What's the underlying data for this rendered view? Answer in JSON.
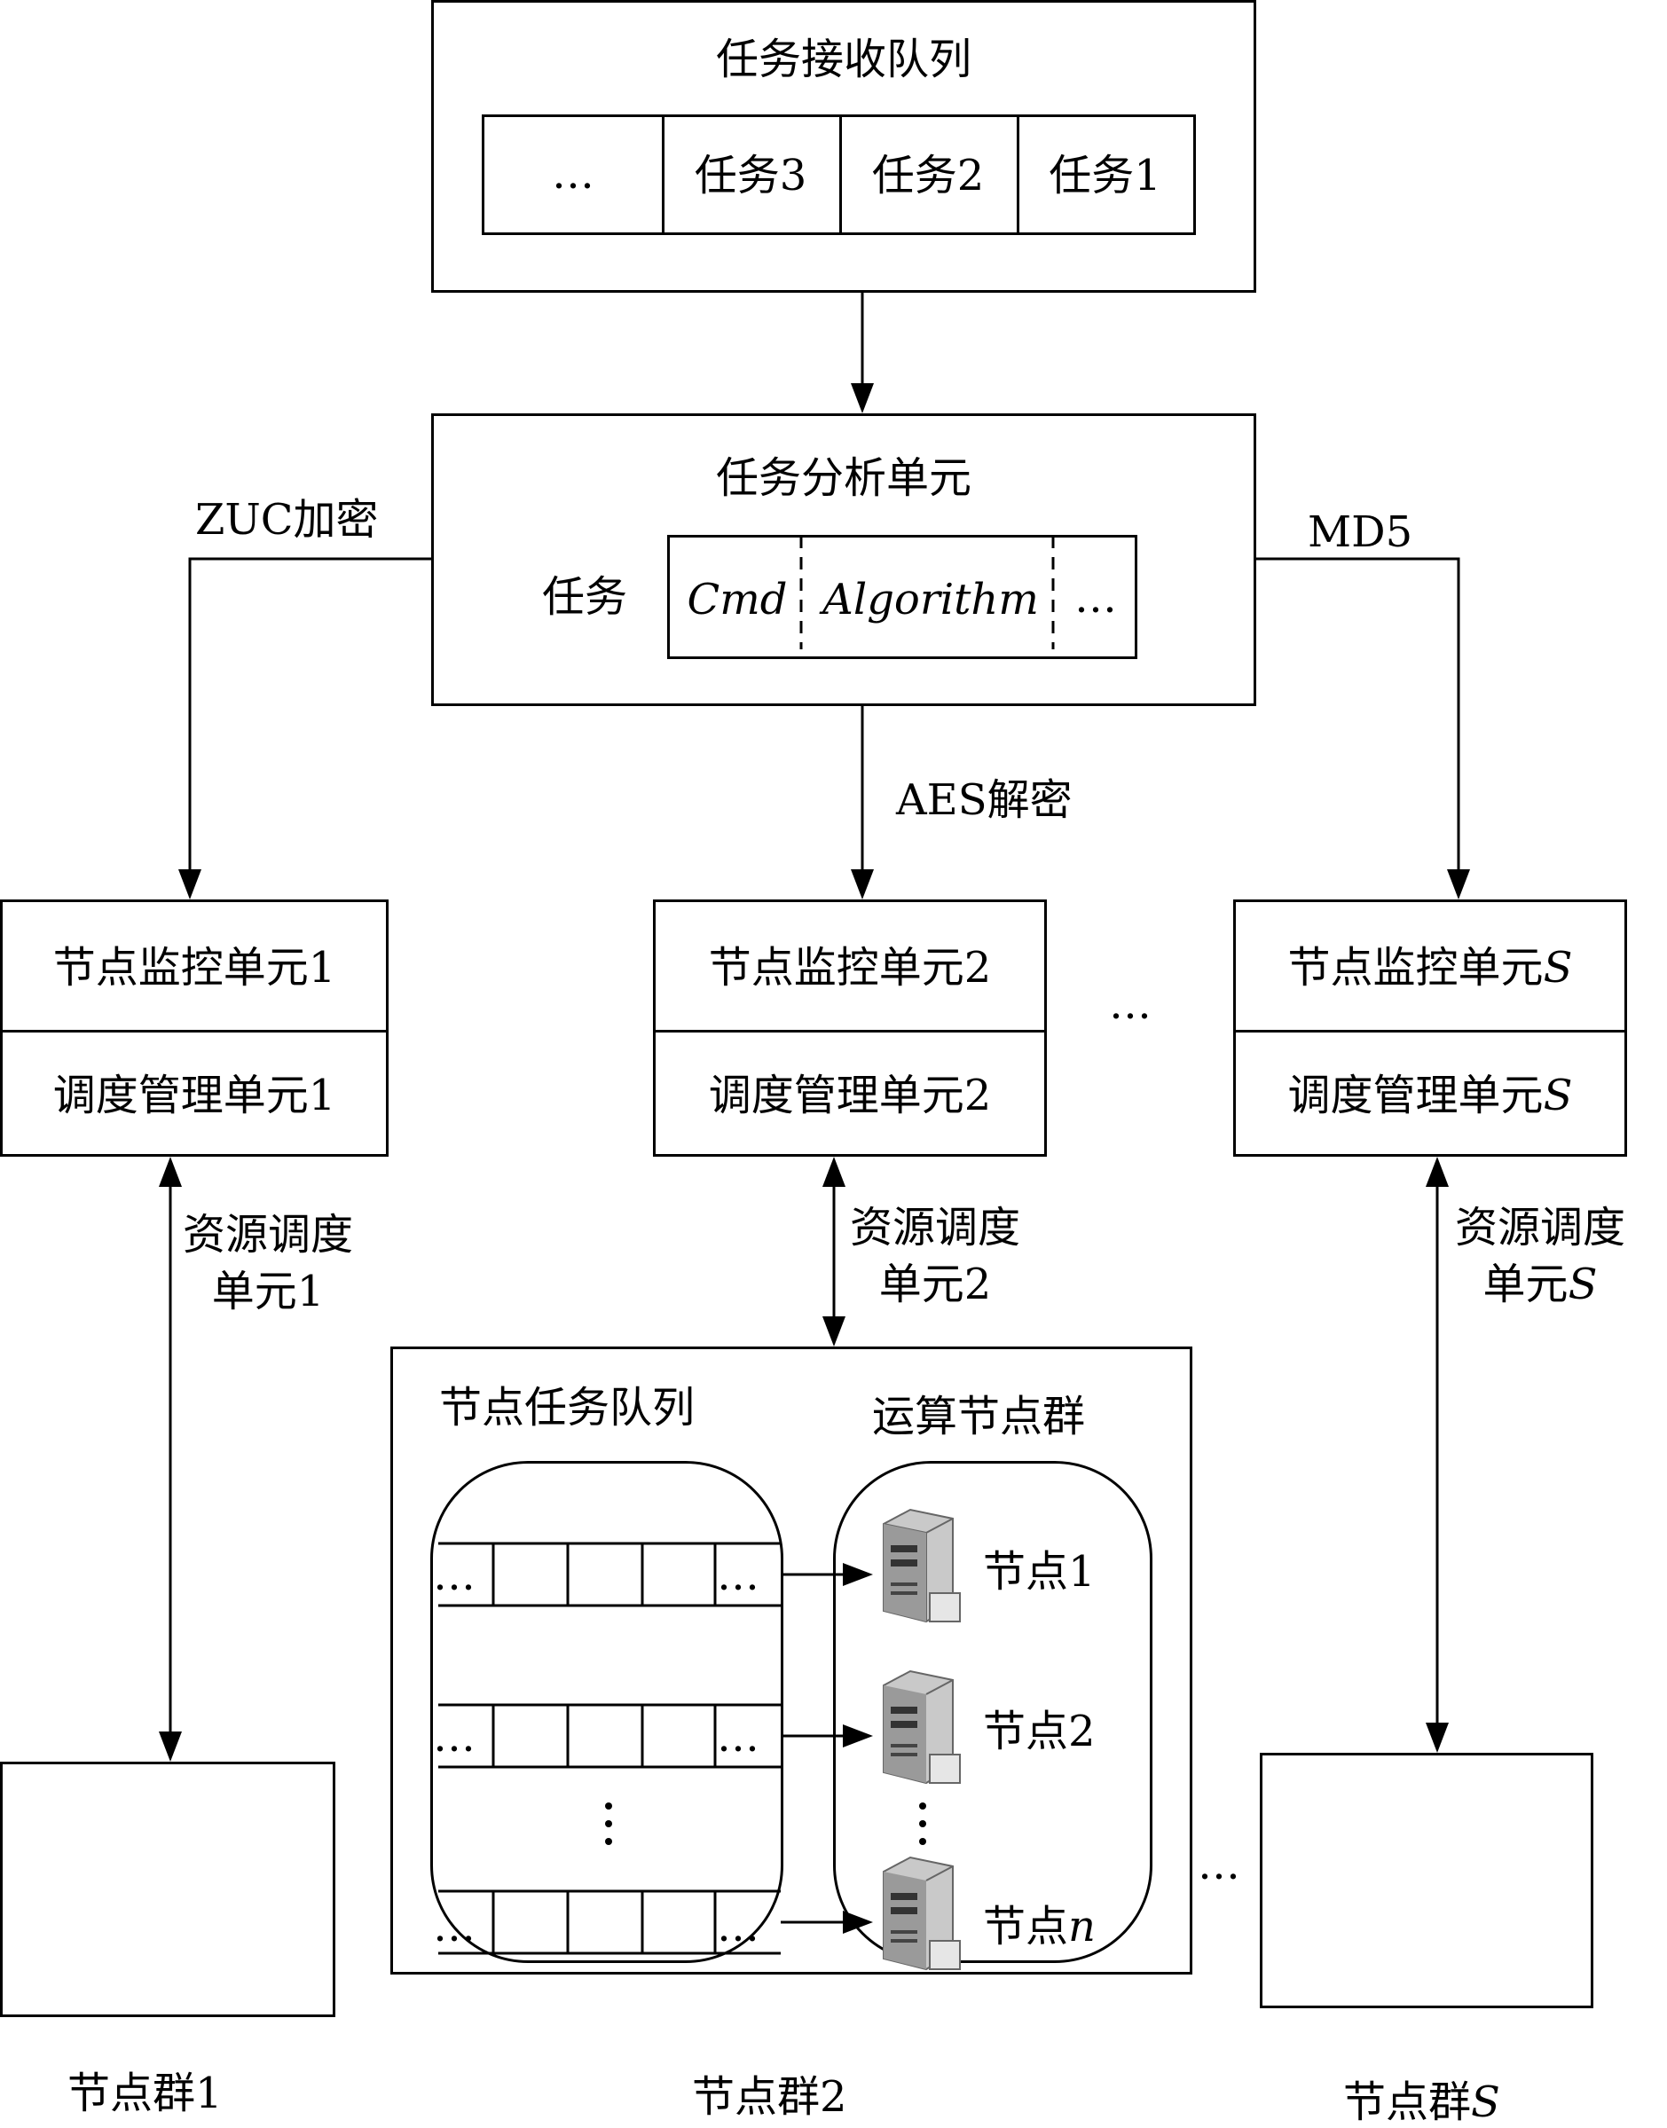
{
  "task_queue": {
    "title": "任务接收队列",
    "slots": [
      "…",
      "任务3",
      "任务2",
      "任务1"
    ]
  },
  "analysis": {
    "title": "任务分析单元",
    "task_label": "任务",
    "fields": [
      "Cmd",
      "Algorithm",
      "…"
    ]
  },
  "edges": {
    "left": "ZUC加密",
    "middle": "AES解密",
    "right": "MD5"
  },
  "units": [
    {
      "monitor": "节点监控单元",
      "monitor_idx": "1",
      "sched": "调度管理单元",
      "sched_idx": "1",
      "resource_l1": "资源调度",
      "resource_l2": "单元",
      "resource_idx": "1",
      "cluster": "节点群",
      "cluster_idx": "1"
    },
    {
      "monitor": "节点监控单元",
      "monitor_idx": "2",
      "sched": "调度管理单元",
      "sched_idx": "2",
      "resource_l1": "资源调度",
      "resource_l2": "单元",
      "resource_idx": "2",
      "cluster": "节点群",
      "cluster_idx": "2"
    },
    {
      "monitor": "节点监控单元",
      "monitor_idx": "S",
      "sched": "调度管理单元",
      "sched_idx": "S",
      "resource_l1": "资源调度",
      "resource_l2": "单元",
      "resource_idx": "S",
      "cluster": "节点群",
      "cluster_idx": "S"
    }
  ],
  "unit_ellipsis": "…",
  "cluster_ellipsis": "…",
  "cluster2": {
    "queue_title": "节点任务队列",
    "nodes_title": "运算节点群",
    "row_dots": "…",
    "nodes": [
      {
        "label": "节点",
        "idx": "1"
      },
      {
        "label": "节点",
        "idx": "2"
      },
      {
        "label": "节点",
        "idx": "n"
      }
    ]
  }
}
